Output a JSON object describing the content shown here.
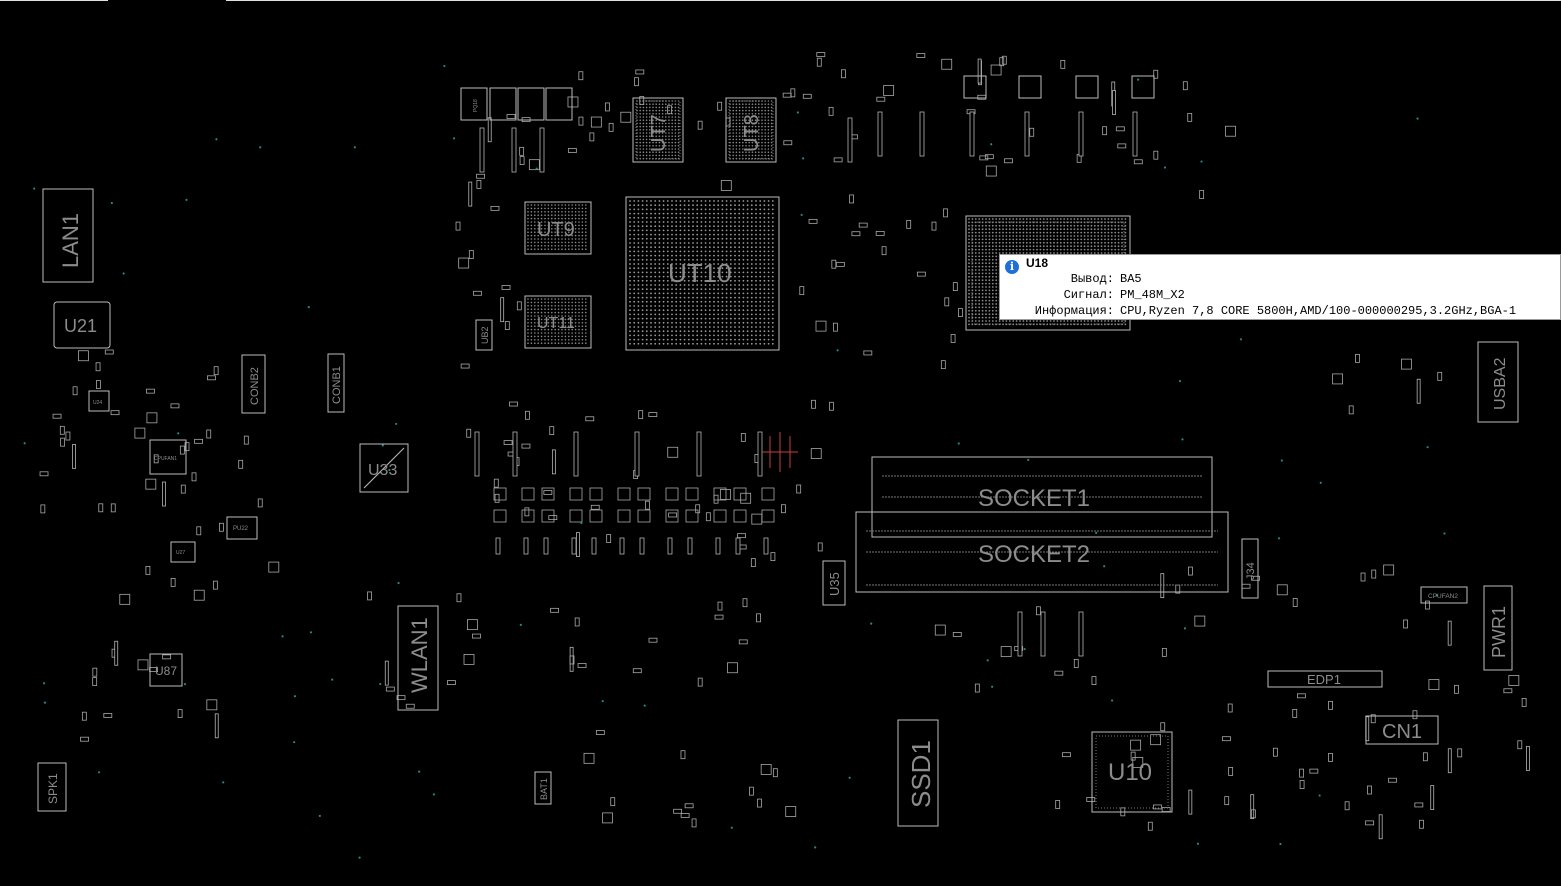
{
  "board": {
    "labels": {
      "LAN1": "LAN1",
      "U21": "U21",
      "CONB2": "CONB2",
      "CONB1": "CONB1",
      "U33": "U33",
      "UT7": "UT7",
      "UT8": "UT8",
      "UT9": "UT9",
      "UT10": "UT10",
      "UT11": "UT11",
      "UB2": "UB2",
      "SOCKET1": "SOCKET1",
      "SOCKET2": "SOCKET2",
      "U35": "U35",
      "J34": "J34",
      "WLAN1": "WLAN1",
      "U87": "U87",
      "SPK1": "SPK1",
      "BAT1": "BAT1",
      "SSD1": "SSD1",
      "U10": "U10",
      "EDP1": "EDP1",
      "CN1": "CN1",
      "PWR1": "PWR1",
      "USBA2": "USBA2",
      "CPUFAN1": "CPUFAN1",
      "CPUFAN2": "CPUFAN2",
      "U24": "U24",
      "U27": "U27",
      "PU22": "PU22",
      "PQ18": "PQ18"
    }
  },
  "tooltip": {
    "title": "U18",
    "rows": [
      {
        "key": "Вывод:",
        "value": "BA5"
      },
      {
        "key": "Сигнал:",
        "value": "PM_48M_X2"
      },
      {
        "key": "Информация:",
        "value": "CPU,Ryzen 7,8 CORE 5800H,AMD/100-000000295,3.2GHz,BGA-1"
      }
    ]
  },
  "colors": {
    "background": "#000000",
    "outline": "#bdbdbd",
    "label": "#8c8c8c",
    "probe": "#c04040",
    "tooltip_icon": "#1f6fd6"
  }
}
